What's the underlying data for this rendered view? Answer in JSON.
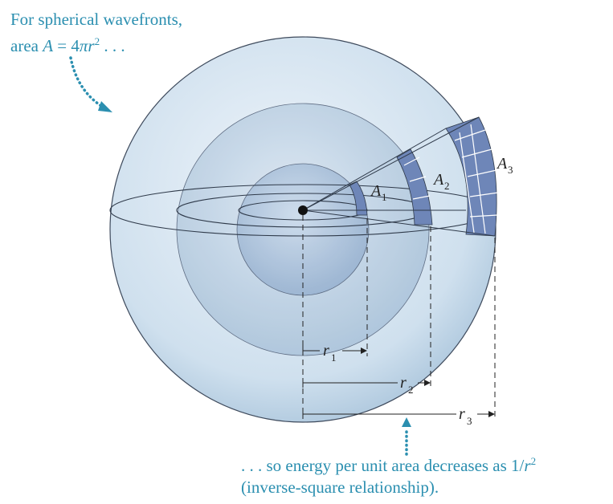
{
  "caption_top": {
    "line1": "For spherical wavefronts,",
    "line2_prefix": "area ",
    "line2_var": "A",
    "line2_eq": " = 4",
    "line2_pi": "π",
    "line2_r": "r",
    "line2_exp": "2",
    "line2_suffix": " . . ."
  },
  "caption_bottom": {
    "line1_prefix": ". . . so energy per unit area decreases as 1/",
    "line1_r": "r",
    "line1_exp": "2",
    "line2": "(inverse-square relationship)."
  },
  "area_labels": [
    {
      "letter": "A",
      "sub": "1"
    },
    {
      "letter": "A",
      "sub": "2"
    },
    {
      "letter": "A",
      "sub": "3"
    }
  ],
  "radius_labels": [
    {
      "letter": "r",
      "sub": "1"
    },
    {
      "letter": "r",
      "sub": "2"
    },
    {
      "letter": "r",
      "sub": "3"
    }
  ],
  "colors": {
    "accent": "#2b8fb0",
    "sphere_fill": "#c9dcea",
    "sphere_stroke": "#3e4a5c",
    "patch_fill": "#6e86b8"
  }
}
